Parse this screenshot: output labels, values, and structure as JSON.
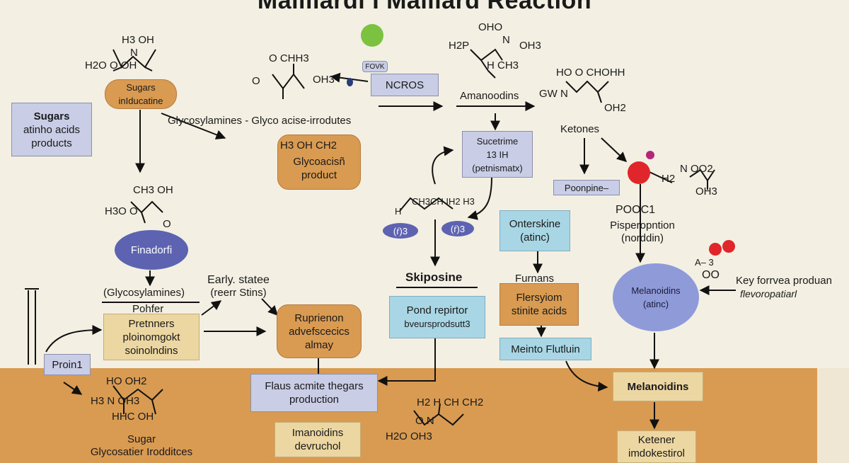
{
  "title": "Mailliardi I Maillard Reaction",
  "boxes": {
    "sugars_amino": [
      "Sugars",
      "atinho acids",
      "products"
    ],
    "sugars_induc": [
      "Sugars",
      "inIducatine"
    ],
    "ncros": "NCROS",
    "glycoacid_product": [
      "Glycoacisñ",
      "product"
    ],
    "finadorfi": "Finadorfi",
    "sucetrime": [
      "Sucetrime",
      "13 IH",
      "(petnismatx)"
    ],
    "poonpine": "Poonpine–",
    "onterskine": [
      "Onterskine",
      "(atinc)"
    ],
    "skiposine_label": "Skiposine",
    "pond_repirtor": [
      "Pond repirtor",
      "bveursprodsutt3"
    ],
    "flersyiom": [
      "Flersyiom",
      "stinite acids"
    ],
    "meinto": "Meinto Flutluin",
    "melanoidins_blob": [
      "Melanoidins",
      "(atinc)"
    ],
    "melanoidins_box": "Melanoidins",
    "ketener": [
      "Ketener",
      "imdokestirol"
    ],
    "pretnners": [
      "Pretnners",
      "ploinomgokt",
      "soinolndins"
    ],
    "ruprienon": [
      "Ruprienon",
      "advefscecics",
      "almay"
    ],
    "proin1": "Proin1",
    "flaus": [
      "Flaus acmite thegars",
      "production"
    ],
    "imanoidins": [
      "Imanoidins",
      "devruchol"
    ]
  },
  "labels": {
    "glycosylamines_line": "Glycosylamines - Glyco acise-irrodutes",
    "amanoodins": "Amanoodins",
    "ketones": "Ketones",
    "fovk": "FOVK",
    "early_state": [
      "Early. statee",
      "(reerr Stins)"
    ],
    "glycosylamines_paren": "(Glycosylamines)",
    "pohfer": "Pohfer",
    "pooc1": "POOC1",
    "pisperopn": [
      "Pisperopntion",
      "(norddin)"
    ],
    "key_forv": [
      "Key forrvea produan",
      "flevoropatiarl"
    ],
    "sugar_gly": [
      "Sugar",
      "Glycosatier Irodditces"
    ],
    "a3oo": [
      "A– 3",
      "OO"
    ]
  },
  "chem": {
    "m1": [
      "H3 OH",
      "N",
      "H2O      O    OH"
    ],
    "m2": [
      "O    CHH3",
      "O",
      "OH3"
    ],
    "m3": [
      "OHO",
      "N",
      "H2P",
      "OH3",
      "H  CH3"
    ],
    "m4": [
      "HO    O   CHOHH",
      "GW      N",
      "OH2"
    ],
    "m5": [
      "CH3   OH",
      "H3O       O",
      "O"
    ],
    "m6": [
      "H3    OH    CH2"
    ],
    "m7": [
      "H",
      "CH3CH IH2 H3"
    ],
    "m8": [
      "N   OO2",
      "H2",
      "OH3"
    ],
    "m9": [
      "HO   OH2",
      "H3        N    OH3",
      "HHC    OH"
    ],
    "m10": [
      "H2    H CH CH2",
      "O       N",
      "H2O       OH3"
    ]
  },
  "pills": [
    "(ŕ)3",
    "(ŕ)3"
  ],
  "colors": {
    "background": "#f3efe2",
    "ground": "#d99a52",
    "lavender": "#c9cde6",
    "blue": "#a9d6e5",
    "tan": "#ecd6a2",
    "red_dot": "#e0262a",
    "green_dot": "#7cc241",
    "magenta_dot": "#b3267a"
  }
}
